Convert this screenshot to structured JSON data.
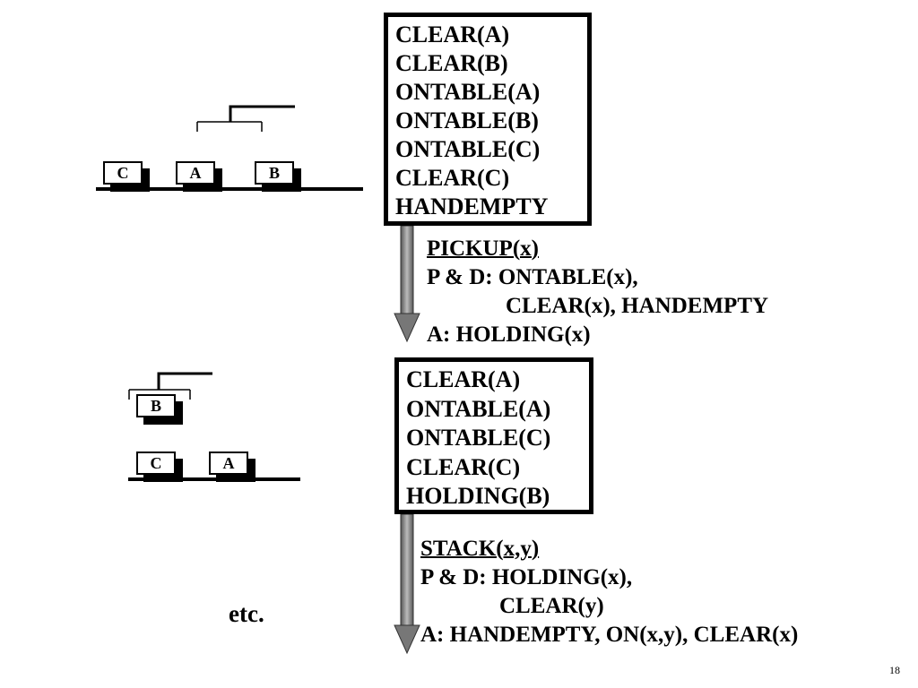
{
  "state1": [
    "CLEAR(A)",
    "CLEAR(B)",
    "ONTABLE(A)",
    "ONTABLE(B)",
    "ONTABLE(C)",
    "CLEAR(C)",
    "HANDEMPTY"
  ],
  "operator1": {
    "name": "PICKUP(x)",
    "pd_line1": "P & D: ONTABLE(x),",
    "pd_line2": "CLEAR(x), HANDEMPTY",
    "add": "A: HOLDING(x)"
  },
  "state2": [
    "CLEAR(A)",
    "ONTABLE(A)",
    "ONTABLE(C)",
    "CLEAR(C)",
    "HOLDING(B)"
  ],
  "operator2": {
    "name": "STACK(x,y)",
    "pd_line1": "P & D: HOLDING(x),",
    "pd_line2": "CLEAR(y)",
    "add": "A: HANDEMPTY, ON(x,y), CLEAR(x)"
  },
  "world1_blocks": [
    "C",
    "A",
    "B"
  ],
  "world2_blocks": {
    "held": "B",
    "table": [
      "C",
      "A"
    ]
  },
  "etc_label": "etc.",
  "page_number": "18"
}
